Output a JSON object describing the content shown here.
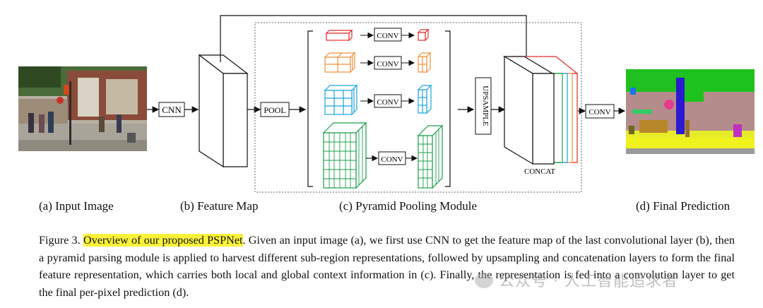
{
  "figure": {
    "blocks": {
      "cnn": "CNN",
      "pool": "POOL",
      "conv": "CONV",
      "upsample": "UPSAMPLE",
      "concat": "CONCAT",
      "final_conv": "CONV"
    },
    "panel_labels": {
      "a": "(a) Input Image",
      "b": "(b) Feature Map",
      "c": "(c) Pyramid Pooling Module",
      "d": "(d) Final Prediction"
    },
    "pyramid_colors": [
      "#e32b2b",
      "#f0913a",
      "#1aa3dc",
      "#1b9e4b"
    ],
    "concat_colors": [
      "#1b9e4b",
      "#1aa3dc",
      "#f0913a",
      "#e32b2b"
    ]
  },
  "caption": {
    "prefix": "Figure 3. ",
    "highlight": "Overview of our proposed PSPNet",
    "body": ". Given an input image (a), we first use CNN to get the feature map of the last convolutional layer (b), then a pyramid parsing module is applied to harvest different sub-region representations, followed by upsampling and concatenation layers to form the final feature representation, which carries both local and global context information in (c). Finally, the representation is fed into a convolution layer to get the final per-pixel prediction (d)."
  },
  "watermark": "公众号 · 人工智能追求者"
}
